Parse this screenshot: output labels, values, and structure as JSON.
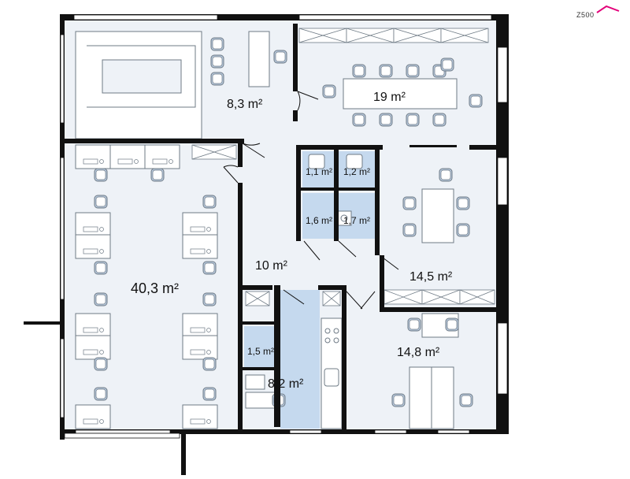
{
  "logo": {
    "text": "Z500",
    "accent": "#e3007a"
  },
  "colors": {
    "floor": "#eef2f7",
    "wet_floor": "#c5d9ee",
    "wall": "#111111",
    "furniture_stroke": "#6f7b86",
    "furniture_fill": "#ffffff",
    "chair_fill": "#b7c8dc"
  },
  "rooms": [
    {
      "id": "stairs-office",
      "label": "8,3 m²"
    },
    {
      "id": "meeting",
      "label": "19 m²"
    },
    {
      "id": "open-office",
      "label": "40,3 m²"
    },
    {
      "id": "wc-1",
      "label": "1,1 m²"
    },
    {
      "id": "wc-2",
      "label": "1,2 m²"
    },
    {
      "id": "wc-3",
      "label": "1,6 m²"
    },
    {
      "id": "wc-4",
      "label": "1,7 m²"
    },
    {
      "id": "hall",
      "label": "10 m²"
    },
    {
      "id": "office-145",
      "label": "14,5 m²"
    },
    {
      "id": "office-148",
      "label": "14,8 m²"
    },
    {
      "id": "storage",
      "label": "1,5 m²"
    },
    {
      "id": "kitchen",
      "label": "8,2 m²"
    }
  ]
}
